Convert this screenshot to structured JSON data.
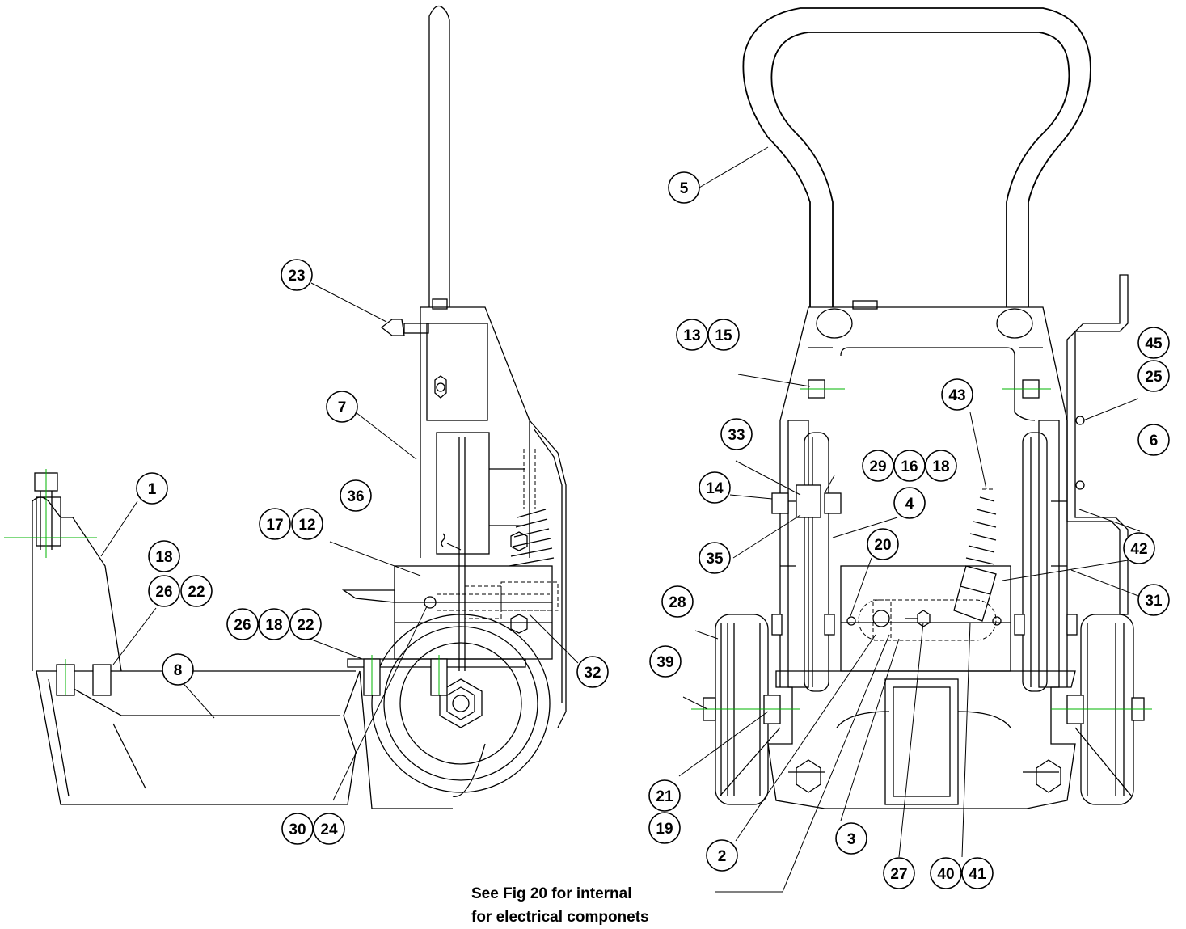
{
  "balloons": {
    "b1": "1",
    "b2": "2",
    "b3": "3",
    "b4": "4",
    "b5": "5",
    "b6": "6",
    "b7": "7",
    "b8": "8",
    "b12": "12",
    "b13": "13",
    "b14": "14",
    "b15": "15",
    "b16": "16",
    "b17": "17",
    "b18a": "18",
    "b18b": "18",
    "b18c": "18",
    "b19": "19",
    "b20": "20",
    "b21": "21",
    "b22a": "22",
    "b22b": "22",
    "b23": "23",
    "b24": "24",
    "b25": "25",
    "b26a": "26",
    "b26b": "26",
    "b27": "27",
    "b28": "28",
    "b29": "29",
    "b30": "30",
    "b31": "31",
    "b32": "32",
    "b33": "33",
    "b35": "35",
    "b36": "36",
    "b39": "39",
    "b40": "40",
    "b41": "41",
    "b42": "42",
    "b43": "43",
    "b45": "45"
  },
  "note": {
    "line1": "See Fig 20 for internal",
    "line2": "for electrical componets"
  }
}
